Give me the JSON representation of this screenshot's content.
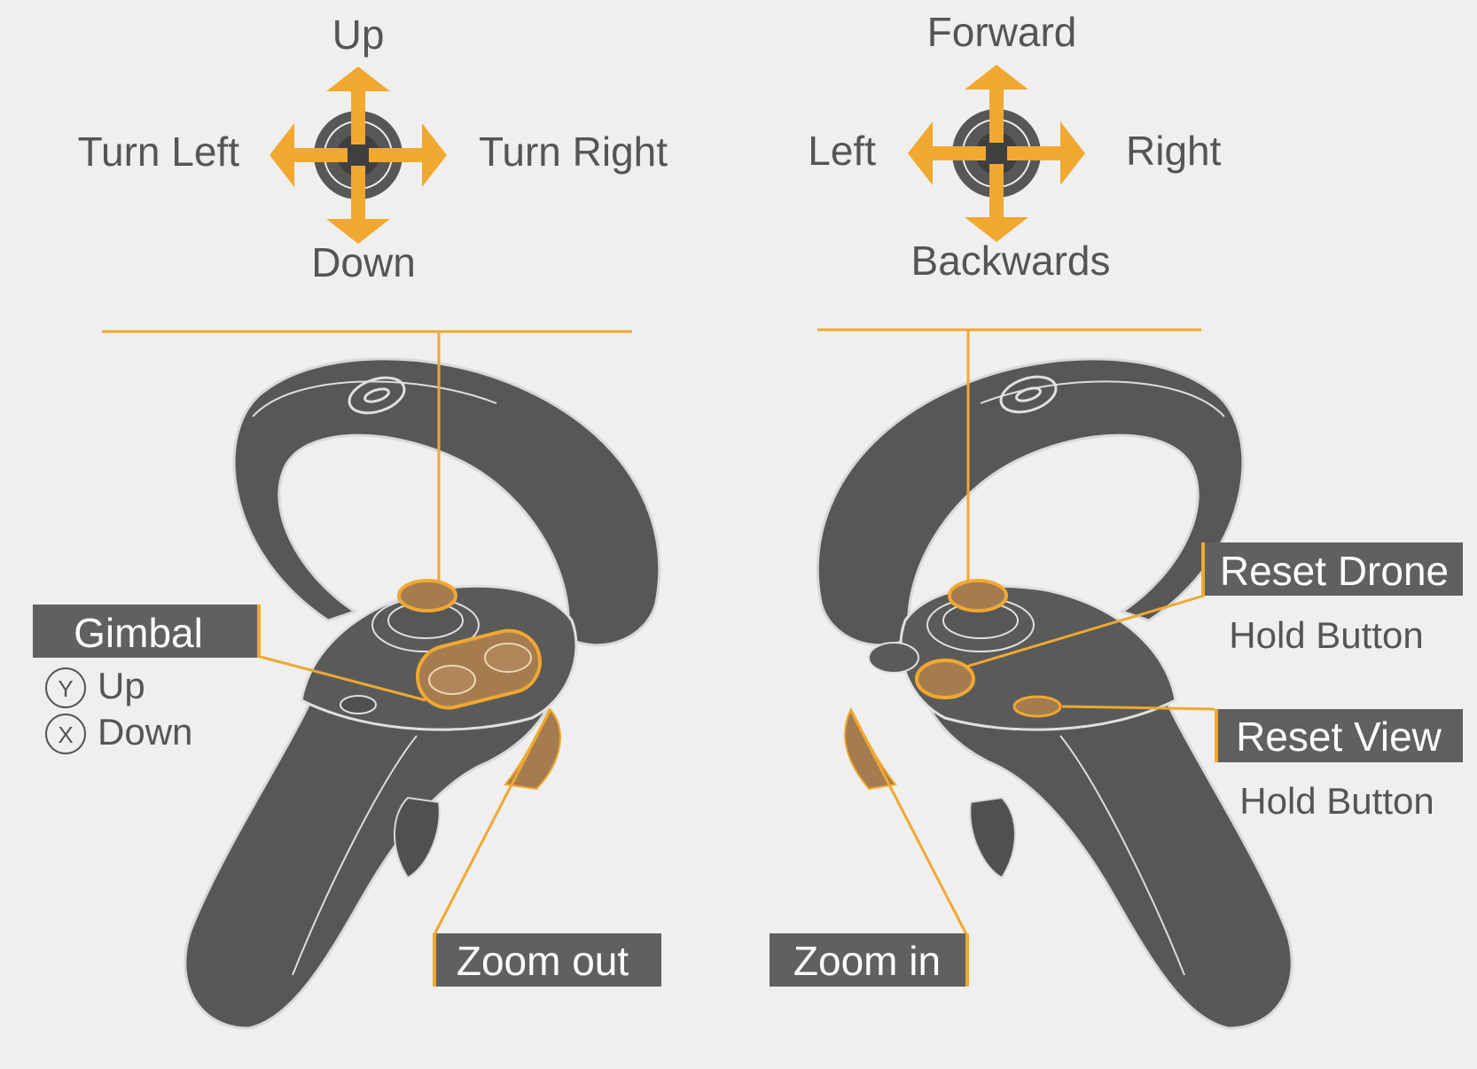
{
  "colors": {
    "background": "#efefef",
    "accent": "#f0a830",
    "controller": "#575757",
    "label_box": "#606060",
    "text": "#555555"
  },
  "left_stick": {
    "up": "Up",
    "down": "Down",
    "left": "Turn Left",
    "right": "Turn Right"
  },
  "right_stick": {
    "up": "Forward",
    "down": "Backwards",
    "left": "Left",
    "right": "Right"
  },
  "left_controller": {
    "gimbal_label": "Gimbal",
    "gimbal_up_button": "Y",
    "gimbal_up_text": "Up",
    "gimbal_down_button": "X",
    "gimbal_down_text": "Down",
    "trigger_label": "Zoom out"
  },
  "right_controller": {
    "reset_drone_label": "Reset Drone",
    "reset_drone_hint": "Hold Button",
    "reset_view_label": "Reset View",
    "reset_view_hint": "Hold Button",
    "trigger_label": "Zoom in"
  }
}
